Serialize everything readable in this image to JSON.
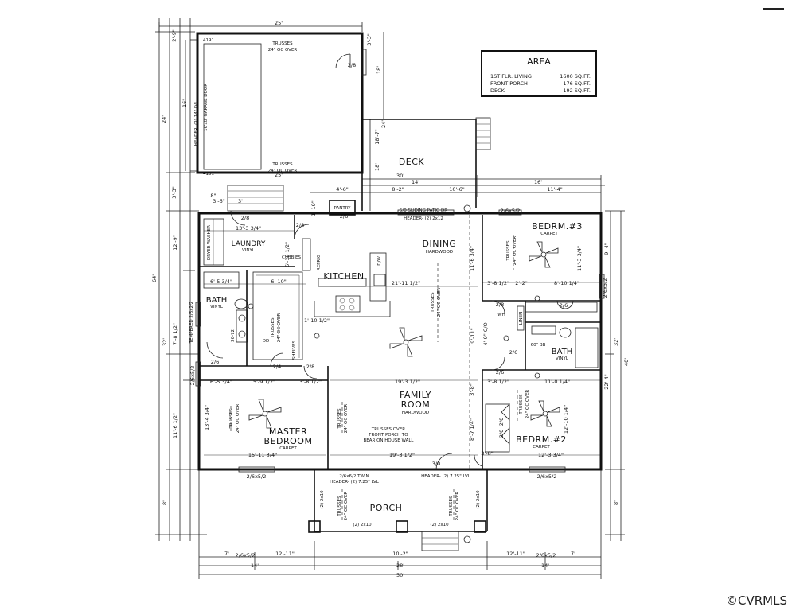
{
  "rooms": {
    "garage_trusses_top": "TRUSSES",
    "garage_trusses_top_sub": "24\" OC OVER",
    "garage_trusses_bot": "TRUSSES",
    "garage_trusses_bot_sub": "24\" OC OVER",
    "garage_header": "HEADER- (2) 14\" LVL",
    "garage_door": "16'x8' GARAGE DOOR",
    "garage_post_top": "4191",
    "garage_post_bot": "4191",
    "deck": "DECK",
    "dining": "DINING",
    "dining_floor": "HARDWOOD",
    "kitchen": "KITCHEN",
    "laundry": "LAUNDRY",
    "laundry_floor": "VINYL",
    "pantry": "PANTRY",
    "bath1": "BATH",
    "bath1_floor": "VINYL",
    "bath2": "BATH",
    "bath2_floor": "VINYL",
    "bedrm3": "BEDRM.#3",
    "bedrm3_floor": "CARPET",
    "bedrm2": "BEDRM.#2",
    "bedrm2_floor": "CARPET",
    "family1": "FAMILY",
    "family2": "ROOM",
    "family_floor": "HARDWOOD",
    "master1": "MASTER",
    "master2": "BEDROOM",
    "master_floor": "CARPET",
    "porch": "PORCH",
    "refrig": "REFRIG",
    "dw": "D/W",
    "cubbies": "CUBBIES",
    "shelves": "SHELVES",
    "linen": "LINEN",
    "dryer_washer": "DRYER WASHER",
    "tempered": "TEMPERED 2/6x2/2",
    "trusses_family_note1": "TRUSSES OVER",
    "trusses_family_note2": "FRONT PORCH TO",
    "trusses_family_note3": "BEAR ON HOUSE WALL",
    "header_patio": "HEADER- (2) 2x12",
    "sliding_patio": "5/0 SLIDING PATIO DR",
    "header_front": "HEADER- (2) 7.25\" LVL",
    "header_front_left": "2/6x6/2 TWIN",
    "header_front_left2": "HEADER- (2) 7.25\" LVL",
    "porch_2x10_left": "(2) 2x10",
    "porch_2x10_right": "(2) 2x10",
    "porch_2x10_bl": "(2) 2x10",
    "porch_2x10_br": "(2) 2x10",
    "trusses": "TRUSSES",
    "trusses_sub": "24\" OC OVER"
  },
  "dims": {
    "top_25": "25'",
    "garage_left_2_9": "2'-9\"",
    "garage_left_16": "16'",
    "garage_left_24": "24'",
    "garage_left_3_3": "3'-3\"",
    "garage_right_3_3": "3'-3\"",
    "garage_right_18": "18'",
    "garage_bot_25": "25'",
    "left_64": "64'",
    "left_32": "32'",
    "left_12_9": "12'-9\"",
    "left_7_8": "7'-8 1/2\"",
    "left_11_6": "11'-6 1/2\"",
    "left_8": "8'",
    "deck_30": "30'",
    "deck_18_7": "18'-7\"",
    "deck_18": "18'",
    "deck_24": "24'",
    "row_14": "14'",
    "row_16": "16'",
    "row_4_6": "4'-6\"",
    "row_8_2": "8'-2\"",
    "row_10_6": "10'-6\"",
    "row_11_4": "11'-4\"",
    "d_3_6": "3'-6\"",
    "d_3": "3'",
    "d_8": "8\"",
    "d_1_10": "1'-10\"",
    "d_13_3": "13'-3 3/4\"",
    "d_6_5": "6'-5 3/4\"",
    "d_6_10": "6'-10\"",
    "d_6_10b": "6'-10 1/2\"",
    "d_1_10b": "1'-10 1/2\"",
    "d_21_11": "21'-11 1/2\"",
    "d_11_6": "11'-6 3/4\"",
    "d_3_8a": "3'-8 1/2\"",
    "d_2_2": "2'-2\"",
    "d_8_10": "8'-10 1/4\"",
    "d_11_3": "11'-3 3/4\"",
    "d_9_4": "9'-4\"",
    "d_8_right": "8'",
    "d_32_right": "32'",
    "d_40_right": "40'",
    "d_22_4": "22'-4\"",
    "d_6_5b": "6'-5 3/4\"",
    "d_5_9": "5'-9 1/2\"",
    "d_3_8b": "3'-8 1/2\"",
    "d_19_3": "19'-3 1/2\"",
    "d_3_8c": "3'-8 1/2\"",
    "d_11_0": "11'-0 1/4\"",
    "d_13_4": "13'-4 3/4\"",
    "d_15_11": "15'-11 3/4\"",
    "d_19_3b": "19'-3 1/2\"",
    "d_12_3": "12'-3 3/4\"",
    "d_12_10": "12'-10 1/4\"",
    "d_8_7": "8'-7 1/4\"",
    "d_9_11": "9'-11\"",
    "d_60_88": "60\" BB",
    "d_4_0": "4'-0\" C/O",
    "d_2_6a": "2/6",
    "d_2_6b": "2/6",
    "d_2_6c": "2/6",
    "d_2_4": "2/4",
    "d_2_8a": "2/8",
    "d_2_8b": "2/8",
    "d_2_8c": "2/8",
    "d_2_8d": "2/8",
    "d_2_8e": "2/8",
    "d_2_6d": "2/6",
    "d_2_6e": "2/6",
    "d_2_0a": "2/0",
    "d_2_0b": "2/0",
    "d_3_0": "3/0",
    "d_3_8d": "3'-8\"",
    "d_2_6x5_2a": "2/6x5/2",
    "d_2_6x5_2b": "2/6x5/2",
    "d_2_6x5_2c": "2/6x5/2",
    "d_2_6x5_2d": "2/6x5/2",
    "d_2_6x5_2e": "2/6x5/2",
    "d_2_6x5_2f": "2/6x5/2",
    "d_2_6x5_2g": "2/6x5/2",
    "bot_7a": "7'",
    "bot_12_11a": "12'-11\"",
    "bot_10_2": "10'-2\"",
    "bot_12_11b": "12'-11\"",
    "bot_7b": "7'",
    "bot_14a": "14'",
    "bot_28": "28'",
    "bot_14b": "14'",
    "bot_50": "50'",
    "bath_36_72": "36-72",
    "dd": "DD",
    "wh": "WH"
  },
  "area": {
    "title": "AREA",
    "rows": [
      {
        "name": "1ST FLR. LIVING",
        "value": "1600 SQ.FT."
      },
      {
        "name": "FRONT PORCH",
        "value": "176 SQ.FT."
      },
      {
        "name": "DECK",
        "value": "192 SQ.FT."
      }
    ]
  },
  "watermark": "©CVRMLS"
}
